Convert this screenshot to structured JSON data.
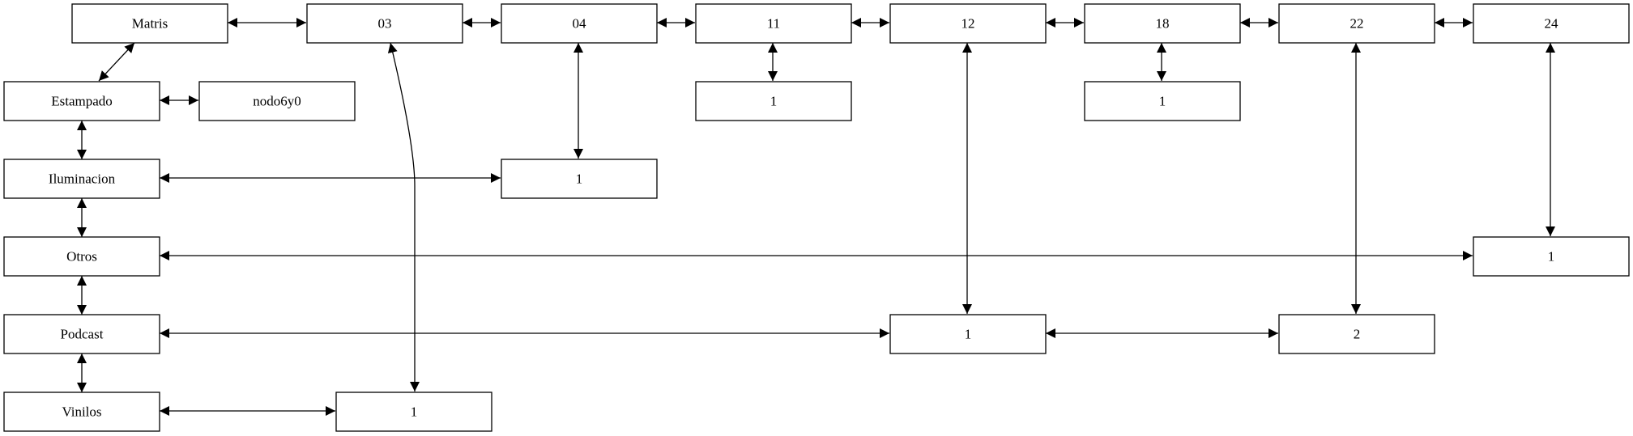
{
  "nodes": {
    "matris": "Matris",
    "c03": "03",
    "c04": "04",
    "c11": "11",
    "c12": "12",
    "c18": "18",
    "c22": "22",
    "c24": "24",
    "estampado": "Estampado",
    "nodo6y0": "nodo6y0",
    "c11_1": "1",
    "c18_1": "1",
    "iluminacion": "Iluminacion",
    "c04_1": "1",
    "otros": "Otros",
    "c24_1": "1",
    "podcast": "Podcast",
    "c12_1": "1",
    "c22_2": "2",
    "vinilos": "Vinilos",
    "c03_1": "1"
  }
}
